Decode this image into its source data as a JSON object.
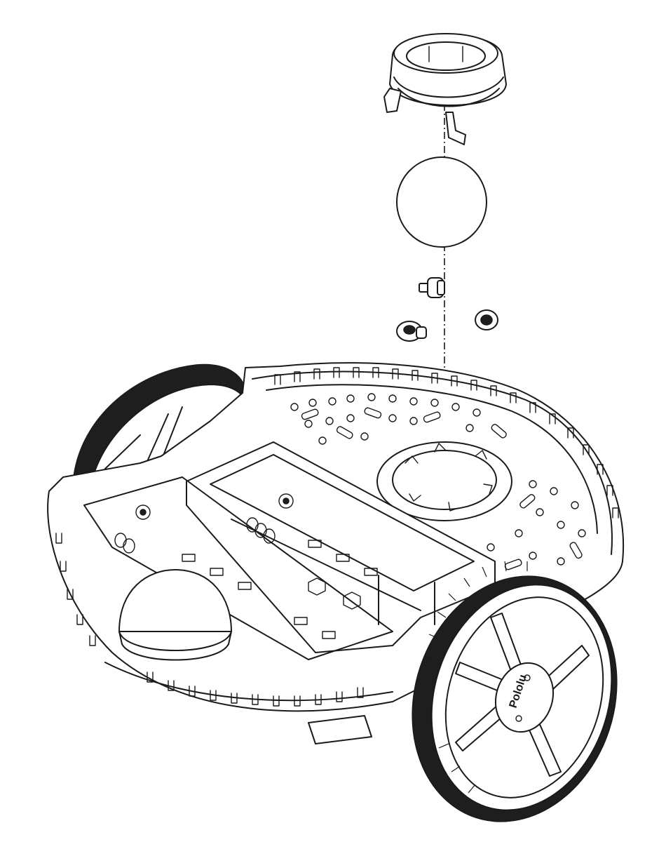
{
  "parts": {
    "caster_cap": "ball-caster-housing",
    "caster_ball": "caster-ball",
    "standoffs": "ball-caster-standoffs",
    "chassis": "robot-chassis",
    "wheel_left": "left-wheel",
    "wheel_right": "right-wheel"
  },
  "labels": {
    "wheel_hub_text": "Pololu"
  },
  "colors": {
    "line": "#1a1a1a",
    "fill": "#ffffff",
    "tread": "#1e1e1e"
  }
}
